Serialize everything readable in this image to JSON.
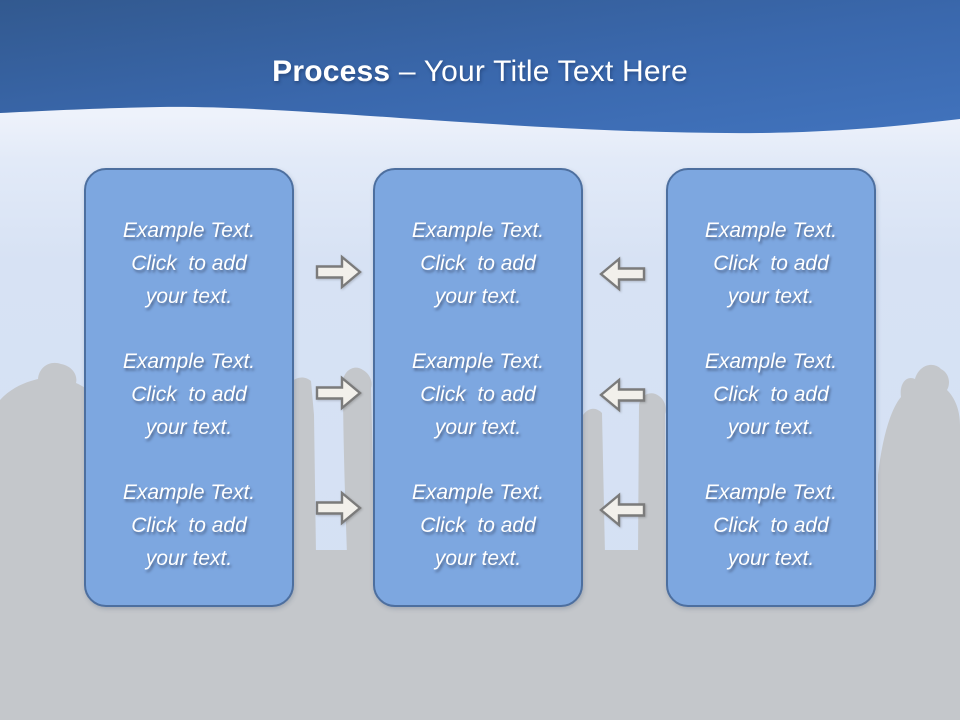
{
  "title": {
    "bold": "Process",
    "rest": "– Your Title Text Here"
  },
  "boxes": [
    {
      "id": "left-column-box",
      "paragraphs": [
        "Example Text.\nClick  to add\nyour text.",
        "Example Text.\nClick  to add\nyour text.",
        "Example Text.\nClick  to add\nyour text."
      ]
    },
    {
      "id": "center-column-box",
      "paragraphs": [
        "Example Text.\nClick  to add\nyour text.",
        "Example Text.\nClick  to add\nyour text.",
        "Example Text.\nClick  to add\nyour text."
      ]
    },
    {
      "id": "right-column-box",
      "paragraphs": [
        "Example Text.\nClick  to add\nyour text.",
        "Example Text.\nClick  to add\nyour text.",
        "Example Text.\nClick  to add\nyour text."
      ]
    }
  ],
  "arrows": {
    "left_gap_direction": "right",
    "right_gap_direction": "left",
    "per_gap_count": 3
  },
  "colors": {
    "header_gradient_top": "#32598f",
    "header_gradient_bottom": "#4173bd",
    "background_light_blue": "#d7e2f4",
    "box_fill": "#7da7e0",
    "box_border": "#4d6f9f",
    "crowd_gray": "#c4c7cb",
    "arrow_fill": "#f2f0eb",
    "arrow_stroke": "#7b7b7b",
    "title_text": "#ffffff",
    "box_text": "#ffffff"
  }
}
